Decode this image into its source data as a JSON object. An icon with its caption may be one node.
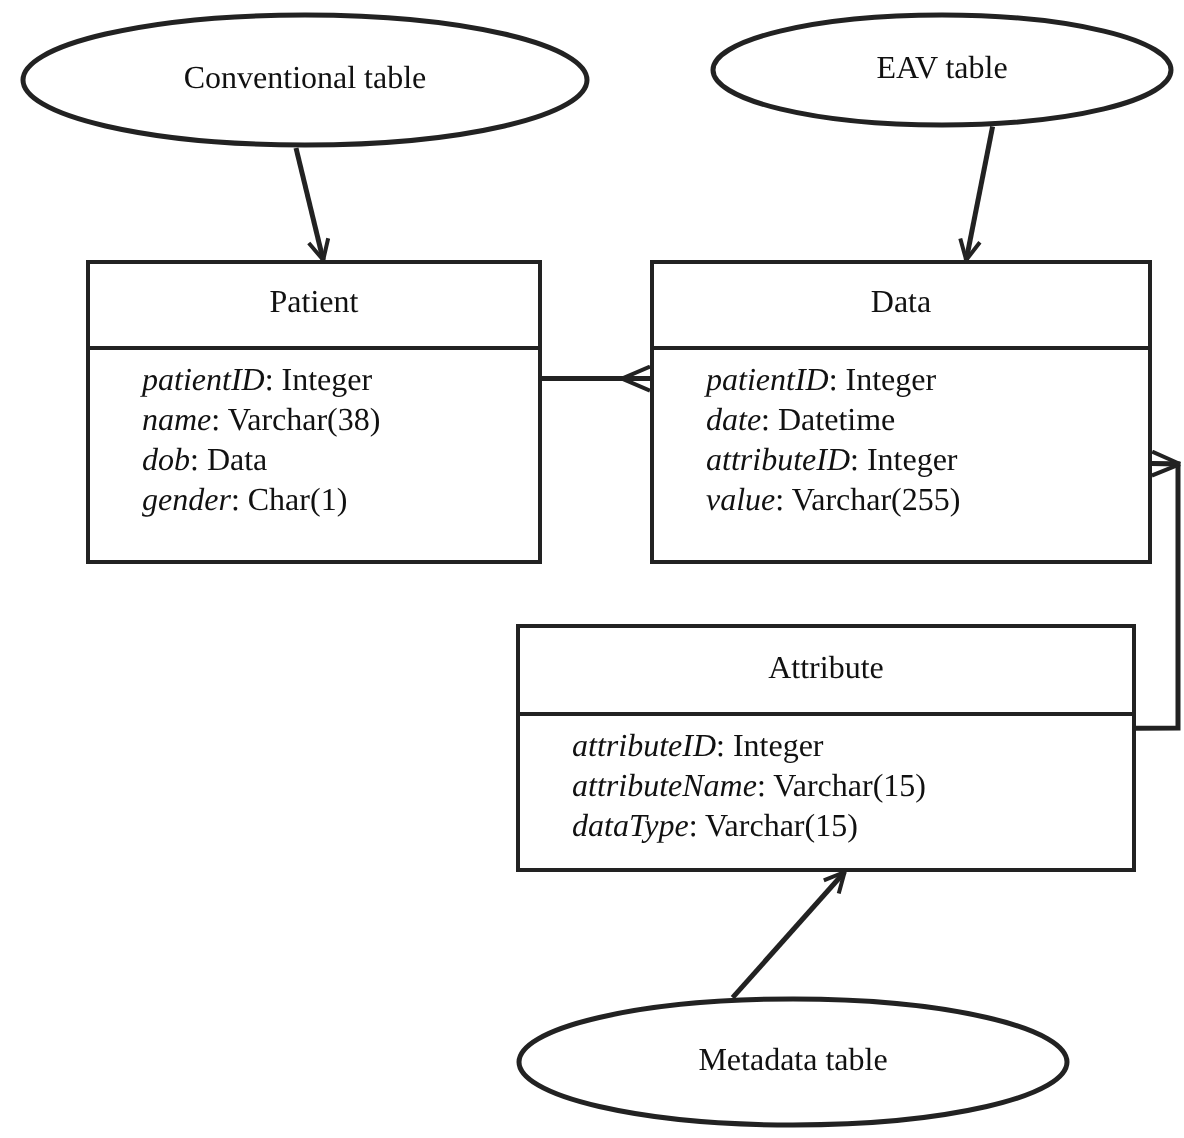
{
  "diagram": {
    "nodes": [
      {
        "text": [
          "Conventional table"
        ]
      },
      {
        "text": [
          "EAV table"
        ]
      },
      {
        "text": [
          "Patient",
          "*patientID*: Integer",
          "*name*: Varchar(38)",
          "*dob*: Data",
          "*gender*: Char(1)"
        ]
      },
      {
        "text": [
          "Data",
          "*patientID*: Integer",
          "*date*: Datetime",
          "*attributeID*: Integer",
          "*value*: Varchar(255)"
        ]
      },
      {
        "text": [
          "Attribute",
          "*attributeID*: Integer",
          "*attributeName*: Varchar(15)",
          "*dataType*: Varchar(15)"
        ]
      },
      {
        "text": [
          "Metadata table"
        ]
      }
    ],
    "edges": [
      {
        "from": 0,
        "to": 2,
        "arrow": "to"
      },
      {
        "from": 1,
        "to": 3,
        "arrow": "to"
      },
      {
        "from": 2,
        "to": 3,
        "arrow": "other"
      },
      {
        "from": 4,
        "to": 3,
        "arrow": "other"
      },
      {
        "from": 5,
        "to": 4,
        "arrow": "to"
      }
    ]
  }
}
